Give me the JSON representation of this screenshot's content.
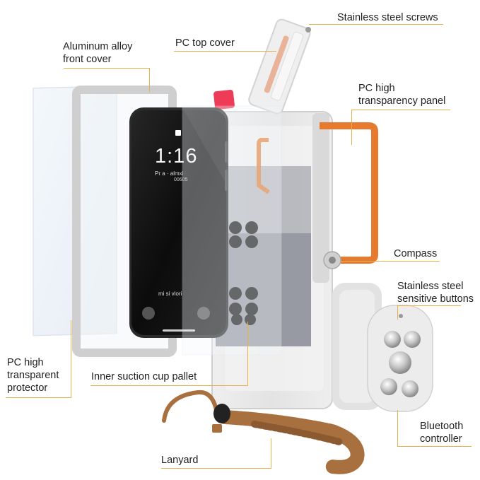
{
  "labels": {
    "stainless_steel_screws": "Stainless steel screws",
    "pc_top_cover": "PC top cover",
    "aluminum_front_cover_1": "Aluminum alloy",
    "aluminum_front_cover_2": "front cover",
    "pc_panel_1": "PC high",
    "pc_panel_2": "transparency panel",
    "compass": "Compass",
    "buttons_1": "Stainless steel",
    "buttons_2": "sensitive buttons",
    "protector_1": "PC high",
    "protector_2": "transparent",
    "protector_3": "protector",
    "suction_pallet": "Inner suction cup pallet",
    "bluetooth_1": "Bluetooth",
    "bluetooth_2": "controller",
    "lanyard": "Lanyard"
  },
  "phone_screen": {
    "time": "1:16",
    "line1": "Pr      a   ·  almxi",
    "line2": "00605",
    "bottom_text": "mi    si  vlori"
  },
  "colors": {
    "accent_orange": "#e67a2e",
    "leader_line": "#e8b04a",
    "lanyard_brown": "#a86f3f",
    "red_tab": "#ee3b57",
    "housing_gray": "#e6e6e6",
    "phone_black": "#111111"
  }
}
